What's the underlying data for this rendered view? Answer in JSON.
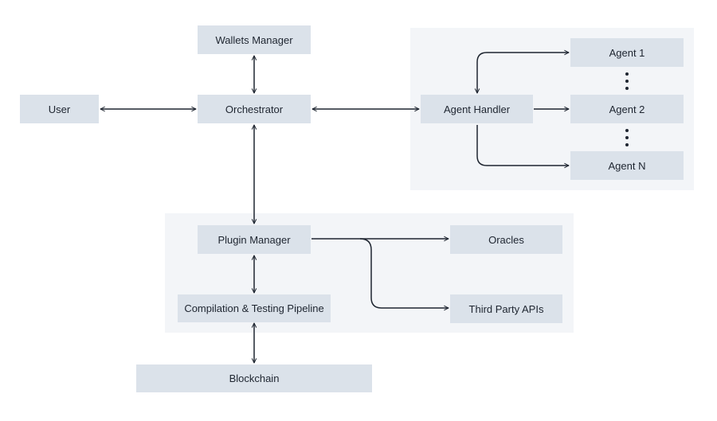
{
  "nodes": {
    "wallets_manager": "Wallets Manager",
    "user": "User",
    "orchestrator": "Orchestrator",
    "agent_handler": "Agent Handler",
    "agent_1": "Agent 1",
    "agent_2": "Agent 2",
    "agent_n": "Agent N",
    "plugin_manager": "Plugin Manager",
    "oracles": "Oracles",
    "third_party_apis": "Third Party APIs",
    "pipeline": "Compilation & Testing Pipeline",
    "blockchain": "Blockchain"
  },
  "colors": {
    "node_fill": "#dbe2ea",
    "region_fill": "#f3f5f8",
    "line": "#1e2530"
  }
}
